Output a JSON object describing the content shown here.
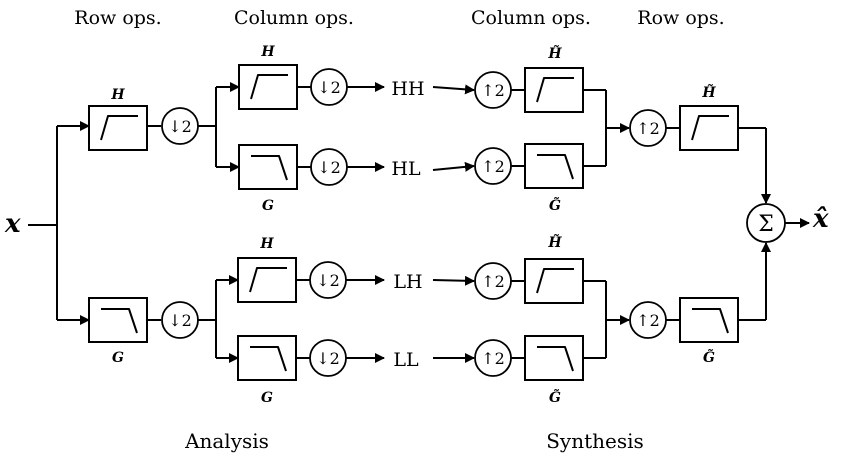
{
  "headers": {
    "analysis_row": "Row ops.",
    "analysis_col": "Column ops.",
    "synthesis_col": "Column ops.",
    "synthesis_row": "Row ops."
  },
  "sections": {
    "analysis": "Analysis",
    "synthesis": "Synthesis"
  },
  "input_label": "x",
  "output_label": "x̂",
  "sum_symbol": "Σ",
  "downsample_label": "↓2",
  "upsample_label": "↑2",
  "filters": {
    "H": "H",
    "G": "G",
    "H_tilde": "H̃",
    "G_tilde": "G̃"
  },
  "subbands": [
    "HH",
    "HL",
    "LH",
    "LL"
  ]
}
